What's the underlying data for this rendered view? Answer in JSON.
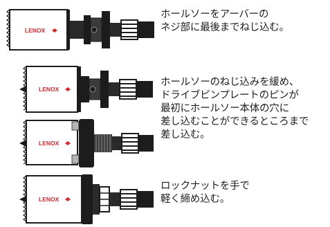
{
  "brand": {
    "logo_text": "LENOX",
    "logo_color": "#d7282f",
    "metal_dark": "#1c1c1c",
    "metal_mid": "#3a3a3a",
    "metal_light": "#8f8f8f",
    "pin_color": "#b5b5b5"
  },
  "steps": [
    {
      "caption": "ホールソーをアーバーの\nネジ部に最後までねじ込む。"
    },
    {
      "caption": "ホールソーのねじ込みを緩め、\nドライブピンプレートのピンが\n最初にホールソー本体の穴に\n差し込むことができるところまで\n差し込む。"
    },
    {
      "caption": ""
    },
    {
      "caption": "ロックナットを手で\n軽く締め込む。"
    }
  ]
}
